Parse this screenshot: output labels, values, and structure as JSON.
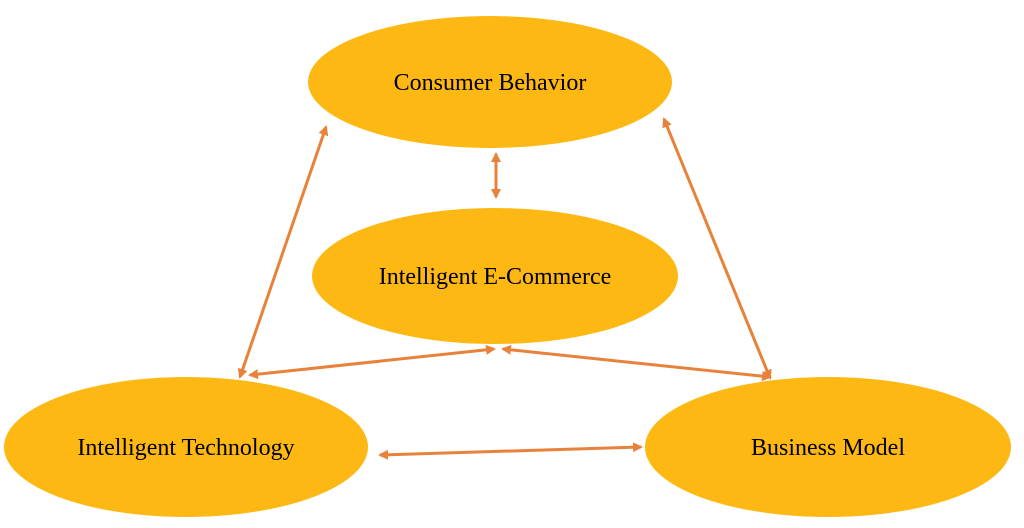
{
  "diagram": {
    "colors": {
      "node_fill": "#FDB813",
      "arrow": "#E8823A",
      "text": "#000000"
    },
    "nodes": {
      "consumer_behavior": "Consumer Behavior",
      "intelligent_ecommerce": "Intelligent E-Commerce",
      "intelligent_technology": "Intelligent Technology",
      "business_model": "Business Model"
    },
    "connections": [
      {
        "from": "consumer_behavior",
        "to": "intelligent_ecommerce",
        "direction": "bidirectional"
      },
      {
        "from": "consumer_behavior",
        "to": "intelligent_technology",
        "direction": "bidirectional"
      },
      {
        "from": "consumer_behavior",
        "to": "business_model",
        "direction": "bidirectional"
      },
      {
        "from": "intelligent_ecommerce",
        "to": "intelligent_technology",
        "direction": "bidirectional"
      },
      {
        "from": "intelligent_ecommerce",
        "to": "business_model",
        "direction": "bidirectional"
      },
      {
        "from": "intelligent_technology",
        "to": "business_model",
        "direction": "bidirectional"
      }
    ]
  }
}
